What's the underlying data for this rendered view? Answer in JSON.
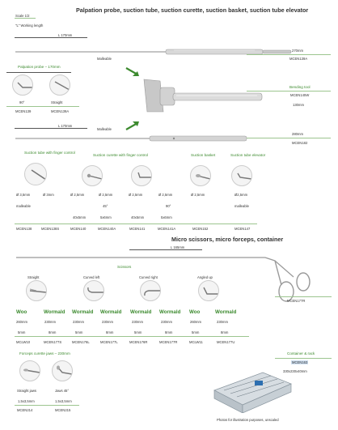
{
  "top": {
    "scale": "Scale 1/2",
    "working_length_note": "\"L\" Working length",
    "title": "Palpation probe, suction tube, suction curette, suction basket, suction tube elevator"
  },
  "palpation": {
    "length_label": "L 170mm",
    "malleable_label": "Malleable",
    "length_right": "270mm",
    "code_right": "MCEN139A",
    "probe_label": "Palpation probe – 170mm",
    "items": [
      {
        "label": "90°",
        "code": "MCEN139"
      },
      {
        "label": "Straight",
        "code": "MCEN139A"
      }
    ]
  },
  "bending_tool": {
    "label": "Bending tool",
    "code": "MCEN145W",
    "length": "130mm"
  },
  "suction": {
    "length_label": "L 170mm",
    "malleable_label": "Malleable",
    "length_right": "280mm",
    "code_right": "MCEN182",
    "categories": [
      "Suction tube with finger control",
      "Suction curette with finger control",
      "Suction basket",
      "Suction tube elevator"
    ],
    "diam": [
      "Ø 3,5mm",
      "Ø 3mm",
      "Ø 2,5mm",
      "Ø 2,5mm",
      "Ø 2,5mm",
      "Ø 2,5mm",
      "Ø 2,5mm",
      "Ø2,5mm"
    ],
    "row2": [
      "malleable",
      "",
      "",
      "45°",
      "",
      "90°",
      "",
      "malleable"
    ],
    "row3": [
      "",
      "",
      "40x5mm",
      "5x6mm",
      "40x5mm",
      "5x6mm",
      "",
      ""
    ],
    "codes": [
      "MCEN138",
      "MCEN138S",
      "MCEN140",
      "MCEN140A",
      "MCEN141",
      "MCEN141A",
      "MCEN152",
      "MCEN147"
    ]
  },
  "micro": {
    "title": "Micro scissors, micro forceps, container",
    "length_label": "L 165mm",
    "code_right": "MCEN177R",
    "scissors_label": "Scissors",
    "groups": [
      "Straight",
      "Curved left",
      "Curved right",
      "Angled up"
    ],
    "brands": [
      "Woo",
      "Wormald",
      "Wormald",
      "Wormald",
      "Wormald",
      "Wormald",
      "Woo",
      "Wormald"
    ],
    "lengths": [
      "260mm",
      "230mm",
      "230mm",
      "230mm",
      "230mm",
      "230mm",
      "260mm",
      "230mm"
    ],
    "sizes": [
      "5mm",
      "8mm",
      "5mm",
      "8mm",
      "5mm",
      "8mm",
      "5mm",
      "8mm"
    ],
    "codes": [
      "MCLW10",
      "MCEN177S",
      "MCEN176L",
      "MCEN177L",
      "MCEN176R",
      "MCEN177R",
      "MCLW11",
      "MCEN177U"
    ]
  },
  "forceps": {
    "label": "Forceps curette jaws – 230mm",
    "items": [
      {
        "label": "Straight jaws",
        "size": "1,5x3,5mm",
        "code": "MCEN214"
      },
      {
        "label": "Jaws 45°",
        "size": "1,5x3,5mm",
        "code": "MCEN215"
      }
    ]
  },
  "container": {
    "label": "Container & rack",
    "code": "MCEN163",
    "dims": "330x230x40mm"
  },
  "footer": {
    "note": "Photos for illustration purposes, unscaled"
  },
  "colors": {
    "green": "#3c8a2e",
    "rule": "#9cc58f"
  }
}
